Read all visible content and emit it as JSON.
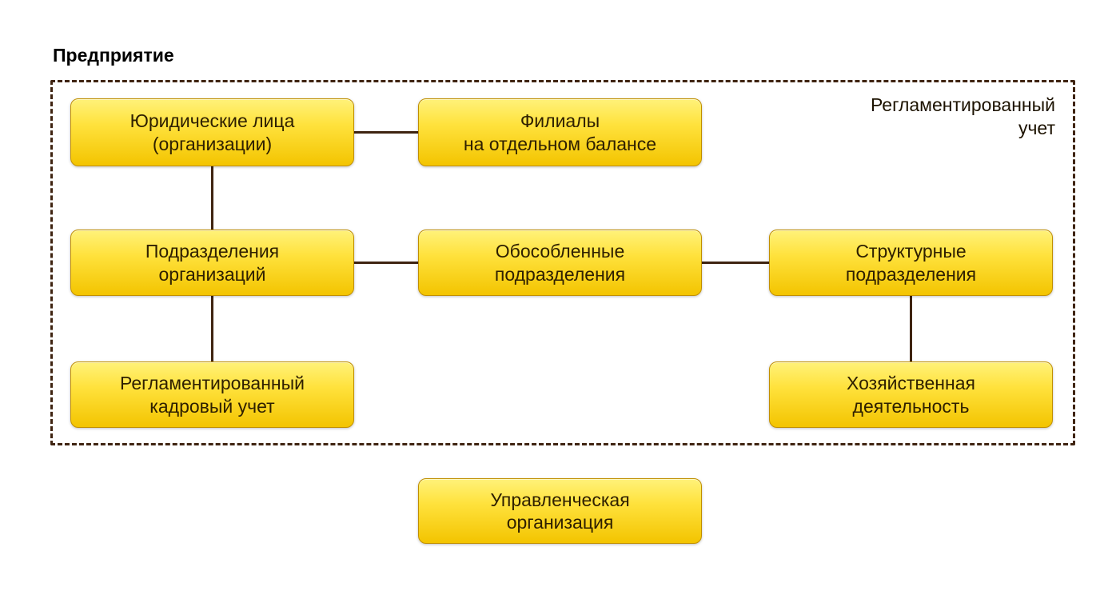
{
  "title": "Предприятие",
  "region": {
    "label": "Регламентированный\nучет"
  },
  "nodes": [
    {
      "id": "legal-entities",
      "label": "Юридические лица\n(организации)"
    },
    {
      "id": "branches-separate-balance",
      "label": "Филиалы\nна отдельном балансе"
    },
    {
      "id": "org-subdivisions",
      "label": "Подразделения\nорганизаций"
    },
    {
      "id": "separate-subdivisions",
      "label": "Обособленные\nподразделения"
    },
    {
      "id": "structural-subdivisions",
      "label": "Структурные\nподразделения"
    },
    {
      "id": "regulated-hr-accounting",
      "label": "Регламентированный\nкадровый учет"
    },
    {
      "id": "business-activity",
      "label": "Хозяйственная\nдеятельность"
    },
    {
      "id": "management-organization",
      "label": "Управленческая\nорганизация"
    }
  ],
  "connections": [
    {
      "from": "legal-entities",
      "to": "branches-separate-balance"
    },
    {
      "from": "legal-entities",
      "to": "org-subdivisions"
    },
    {
      "from": "org-subdivisions",
      "to": "separate-subdivisions"
    },
    {
      "from": "separate-subdivisions",
      "to": "structural-subdivisions"
    },
    {
      "from": "org-subdivisions",
      "to": "regulated-hr-accounting"
    },
    {
      "from": "structural-subdivisions",
      "to": "business-activity"
    }
  ],
  "colors": {
    "box_gradient_top": "#fff27a",
    "box_gradient_bottom": "#f3c400",
    "box_border": "#c18f00",
    "connector": "#3f2411",
    "region_border": "#3f2411",
    "box_text": "#2f2000",
    "title_text": "#000000"
  }
}
